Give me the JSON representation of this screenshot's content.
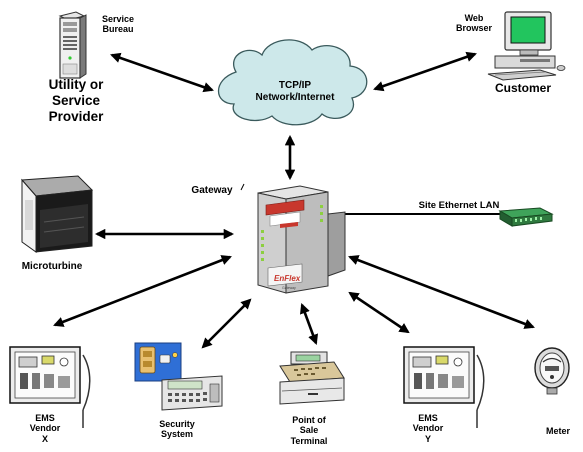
{
  "labels": {
    "service_bureau": [
      "Service",
      "Bureau"
    ],
    "utility": [
      "Utility or",
      "Service",
      "Provider"
    ],
    "network": [
      "TCP/IP",
      "Network/Internet"
    ],
    "web_browser": [
      "Web",
      "Browser"
    ],
    "customer": "Customer",
    "gateway": "Gateway",
    "site_lan": "Site Ethernet LAN",
    "microturbine": "Microturbine",
    "ems_x": [
      "EMS",
      "Vendor",
      "X"
    ],
    "security": [
      "Security",
      "System"
    ],
    "pos": [
      "Point of",
      "Sale",
      "Terminal"
    ],
    "ems_y": [
      "EMS",
      "Vendor",
      "Y"
    ],
    "meter": "Meter"
  },
  "device_text": {
    "gateway_brand": "EnFlex",
    "gateway_sub": "Gateway"
  },
  "colors": {
    "cloud_fill": "#cde8ea",
    "cloud_stroke": "#3a5a5c",
    "arrow": "#000000",
    "lan_device": "#2f7a3f",
    "gateway_body": "#c9c9c9",
    "gateway_red": "#c8372d",
    "security_blue": "#2f6fd6",
    "monitor_green": "#22c55e"
  }
}
